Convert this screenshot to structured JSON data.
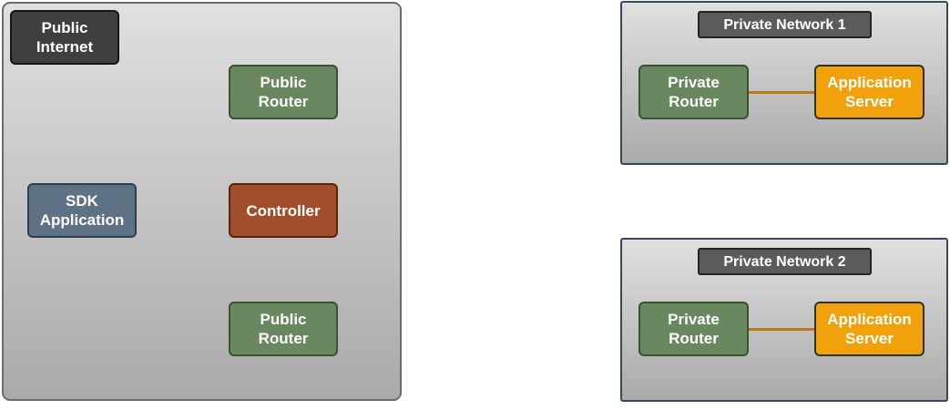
{
  "public_zone": {
    "label": "Public\nInternet",
    "sdk_application": "SDK\nApplication",
    "public_router_top": "Public\nRouter",
    "controller": "Controller",
    "public_router_bottom": "Public\nRouter"
  },
  "private_networks": [
    {
      "label": "Private Network 1",
      "router": "Private\nRouter",
      "server": "Application\nServer"
    },
    {
      "label": "Private Network 2",
      "router": "Private\nRouter",
      "server": "Application\nServer"
    }
  ],
  "colors": {
    "router": "#6a8860",
    "sdk_application": "#5e7185",
    "controller": "#a14e2c",
    "application_server": "#f1a10c",
    "link": "#bc7718",
    "zone_border_public": "#6b6b6b",
    "zone_border_private": "#36485a"
  }
}
